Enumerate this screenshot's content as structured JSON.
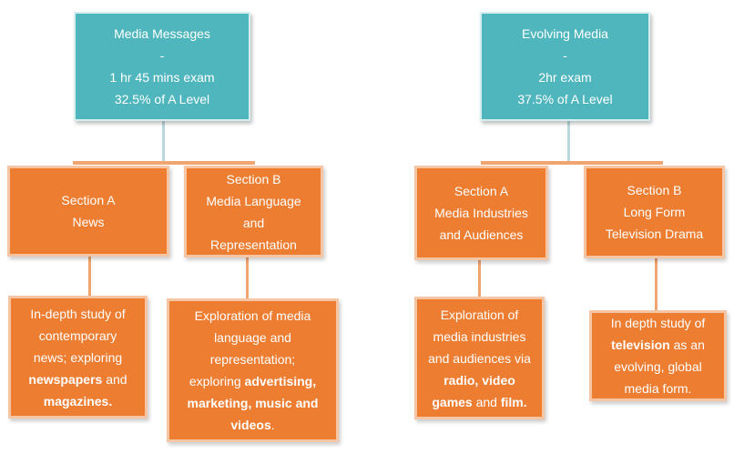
{
  "left": {
    "top": {
      "title": "Media Messages",
      "dash": "-",
      "duration": "1 hr 45 mins exam",
      "weight": "32.5% of A Level"
    },
    "section_a": {
      "line1": "Section A",
      "line2": "News"
    },
    "section_b": {
      "line1": "Section B",
      "line2": "Media Language",
      "line3": "and",
      "line4": "Representation"
    },
    "desc_a": {
      "line1": "In-depth study of",
      "line2": "contemporary",
      "line3": "news; exploring",
      "line4_bold": "newspapers",
      "line4_rest": " and",
      "line5_bold": "magazines."
    },
    "desc_b": {
      "line1": "Exploration of media",
      "line2": "language and",
      "line3": "representation;",
      "line4_plain": "exploring ",
      "line4_bold": "advertising,",
      "line5_bold": "marketing, music and",
      "line6_bold": "videos",
      "line6_rest": "."
    }
  },
  "right": {
    "top": {
      "title": "Evolving Media",
      "dash": "-",
      "duration": "2hr exam",
      "weight": "37.5% of A Level"
    },
    "section_a": {
      "line1": "Section A",
      "line2": "Media Industries",
      "line3": "and Audiences"
    },
    "section_b": {
      "line1": "Section B",
      "line2": "Long Form",
      "line3": "Television Drama"
    },
    "desc_a": {
      "line1": "Exploration of",
      "line2": "media industries",
      "line3": "and audiences via",
      "line4_bold": "radio, video",
      "line5_bold_a": "games",
      "line5_mid": " and ",
      "line5_bold_b": "film."
    },
    "desc_b": {
      "line1": "In depth study of",
      "line2_bold": "television",
      "line2_rest": " as an",
      "line3": "evolving, global",
      "line4": "media form."
    }
  },
  "colors": {
    "teal": "#4fb6bd",
    "orange": "#ed7d31",
    "text": "#ffffff"
  }
}
